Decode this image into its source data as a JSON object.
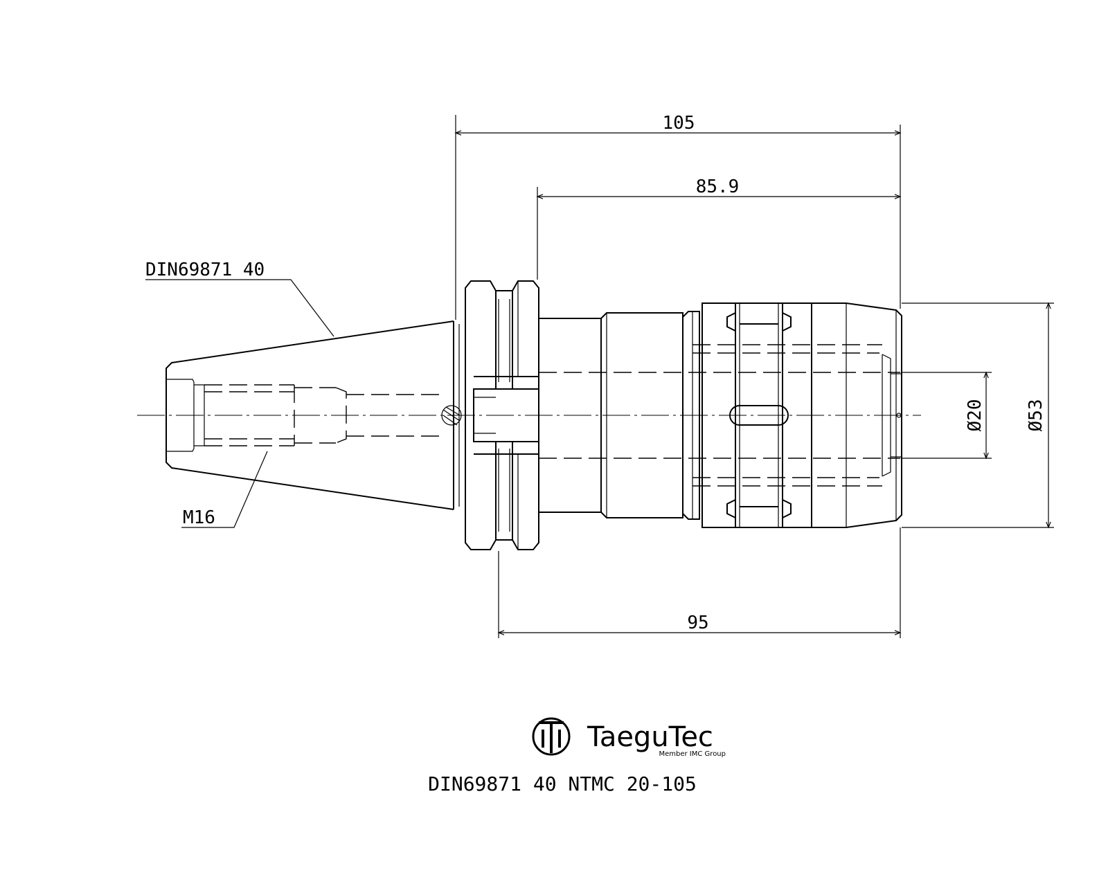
{
  "dimensions": {
    "overall_length": "105",
    "length_from_flange": "85.9",
    "gauge_length": "95",
    "bore_diameter": "Ø20",
    "outer_diameter": "Ø53"
  },
  "callouts": {
    "taper_standard": "DIN69871 40",
    "thread": "M16"
  },
  "logo": {
    "brand": "TaeguTec",
    "tagline": "Member IMC Group"
  },
  "part_number": "DIN69871 40 NTMC 20-105"
}
